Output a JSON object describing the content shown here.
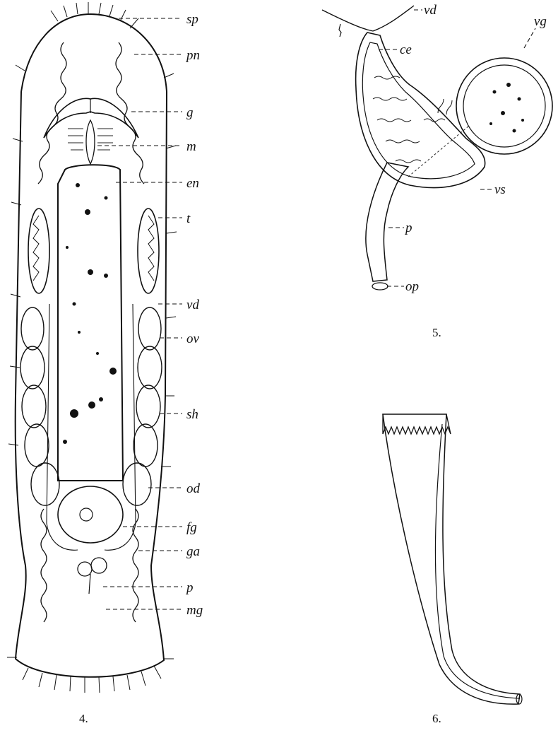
{
  "figures": [
    {
      "number": "4.",
      "labels": [
        "sp",
        "pn",
        "g",
        "m",
        "en",
        "t",
        "vd",
        "ov",
        "sh",
        "od",
        "fg",
        "ga",
        "p",
        "mg"
      ]
    },
    {
      "number": "5.",
      "labels": [
        "vd",
        "ce",
        "vg",
        "vs",
        "p",
        "op"
      ]
    },
    {
      "number": "6.",
      "labels": []
    }
  ]
}
